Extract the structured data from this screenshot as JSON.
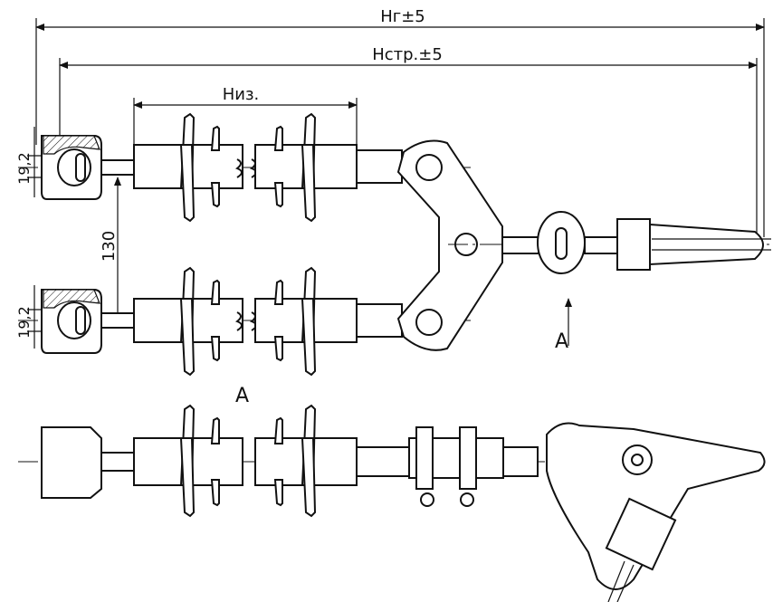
{
  "labels": {
    "overall_length": "Hг±5",
    "construction_length": "Hстр.±5",
    "insulation_length": "Hиз.",
    "spacing": "130",
    "eye_upper": "19,2",
    "eye_lower": "19,2",
    "view_arrow": "A",
    "view_title": "A"
  },
  "colors": {
    "line": "#111111",
    "background": "#ffffff"
  },
  "icons": {
    "view_arrow": "arrow-up-icon"
  }
}
